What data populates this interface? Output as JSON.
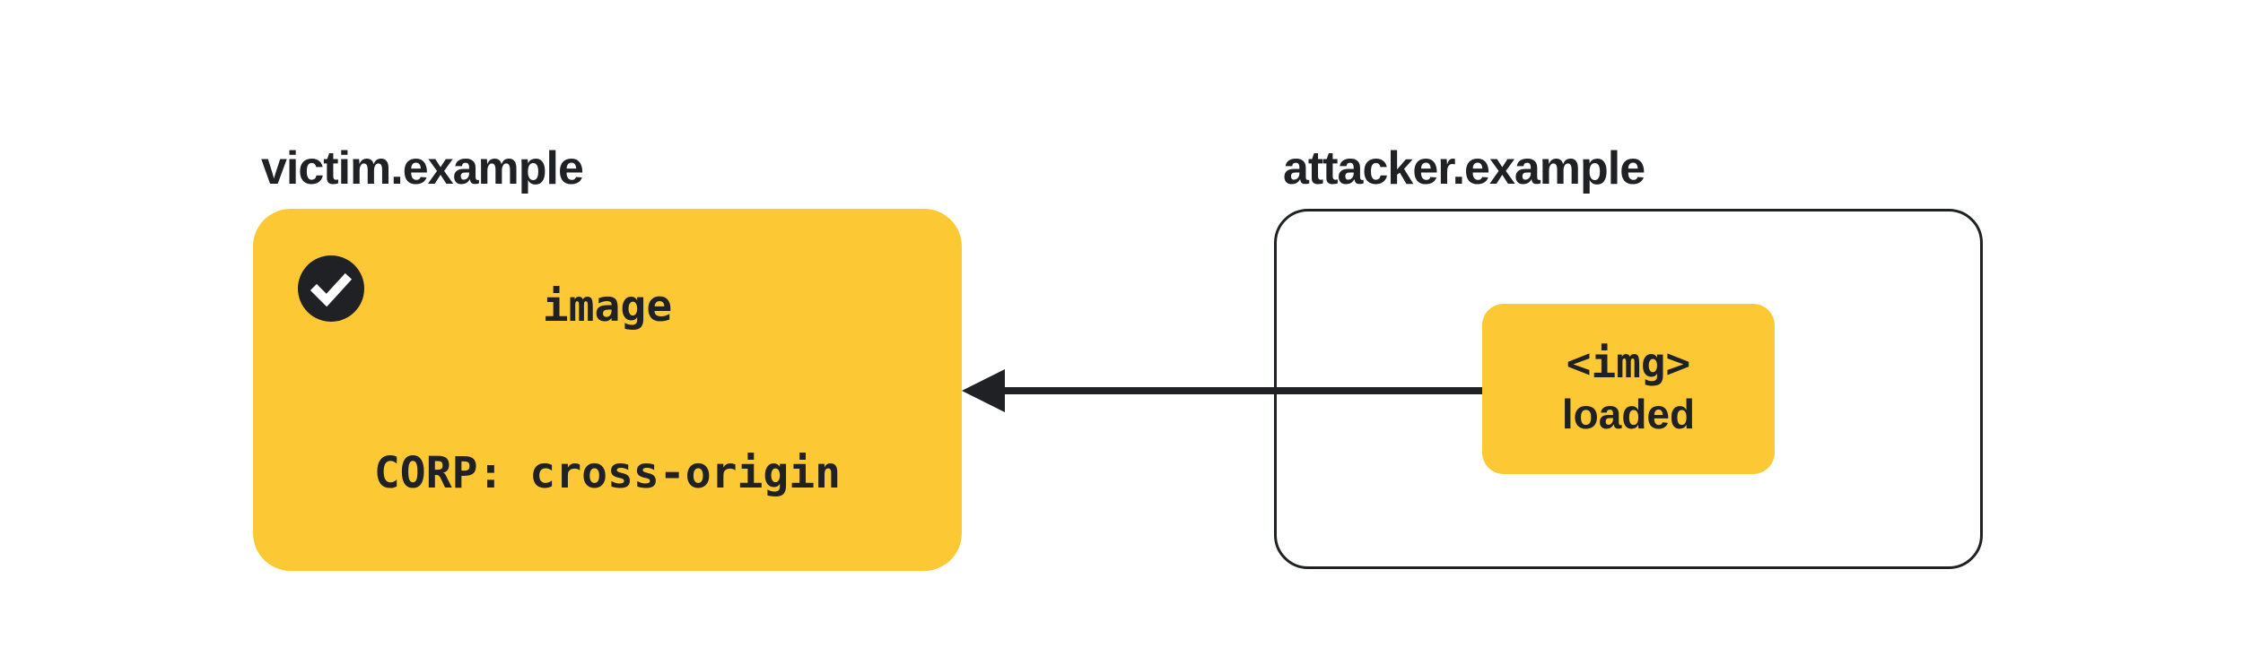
{
  "diagram": {
    "victim": {
      "label": "victim.example",
      "card": {
        "line1": "image",
        "line2": "CORP: cross-origin"
      },
      "status_icon": "check"
    },
    "attacker": {
      "label": "attacker.example",
      "chip": {
        "line1": "<img>",
        "line2": "loaded"
      }
    },
    "arrow": {
      "direction": "right-to-left",
      "from": "attacker.example chip",
      "to": "victim.example card"
    }
  },
  "colors": {
    "accent_yellow": "#FCC934",
    "ink": "#202124",
    "background": "#FFFFFF"
  }
}
